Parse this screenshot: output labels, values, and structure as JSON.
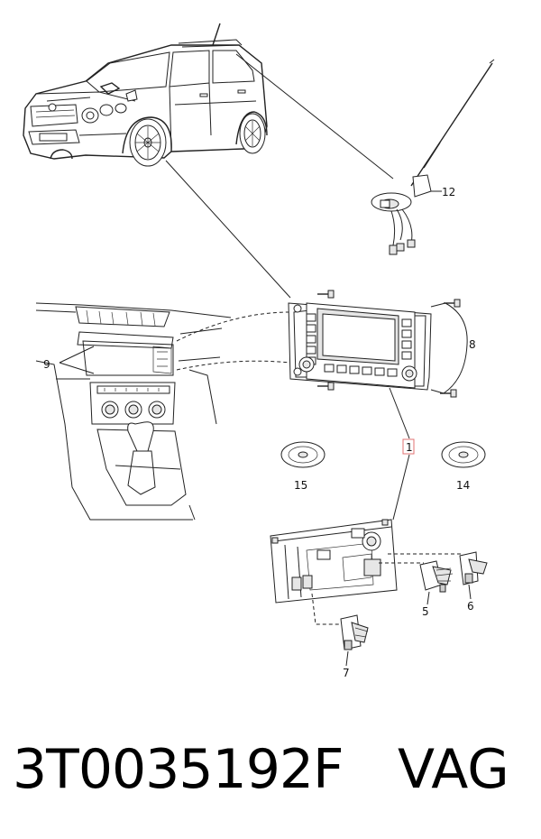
{
  "callouts": {
    "item_1": "1",
    "item_5": "5",
    "item_6": "6",
    "item_7": "7",
    "item_8": "8",
    "item_9": "9",
    "item_12": "12",
    "item_14": "14",
    "item_15": "15"
  },
  "caption": {
    "part_number": "3T0035192F",
    "brand": "VAG"
  },
  "colors": {
    "line": "#222222",
    "highlight_box": "#e07070",
    "background": "#ffffff"
  }
}
